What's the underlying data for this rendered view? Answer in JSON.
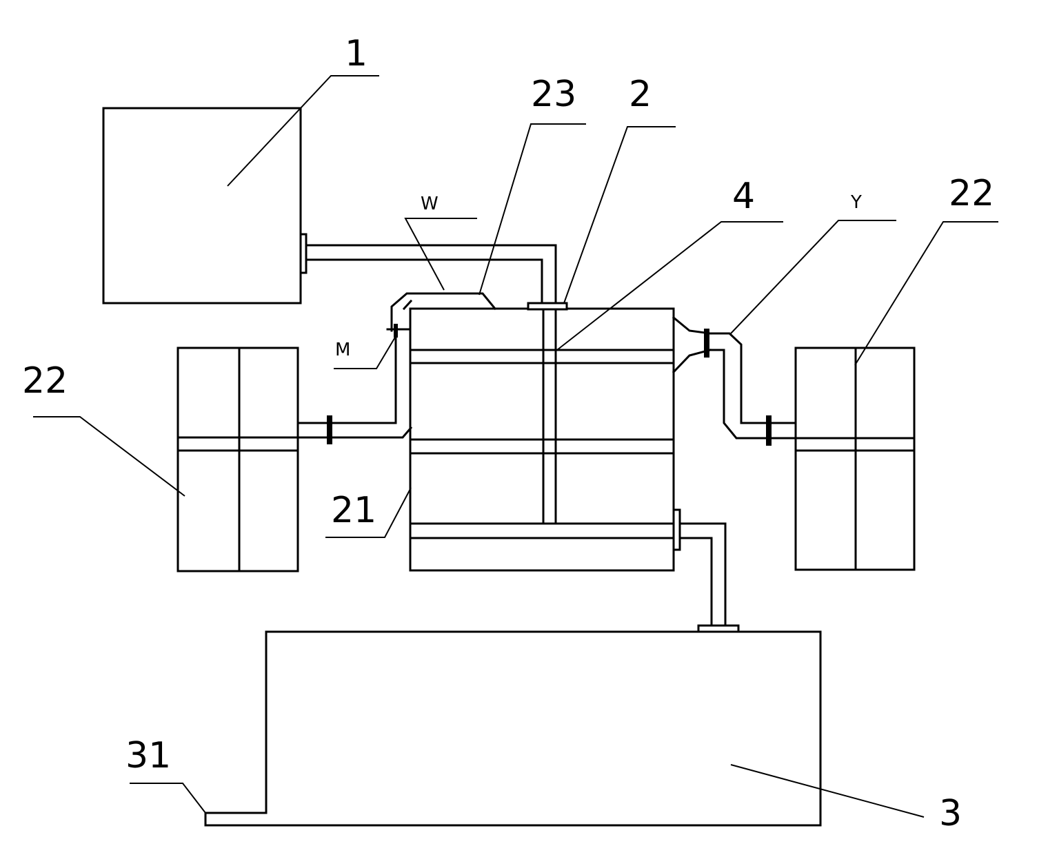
{
  "labels": {
    "l1": "1",
    "l23": "23",
    "l2": "2",
    "lW": "W",
    "l4": "4",
    "lY": "Y",
    "l22_right": "22",
    "l22_left": "22",
    "lM": "M",
    "l21": "21",
    "l31": "31",
    "l3": "3"
  }
}
